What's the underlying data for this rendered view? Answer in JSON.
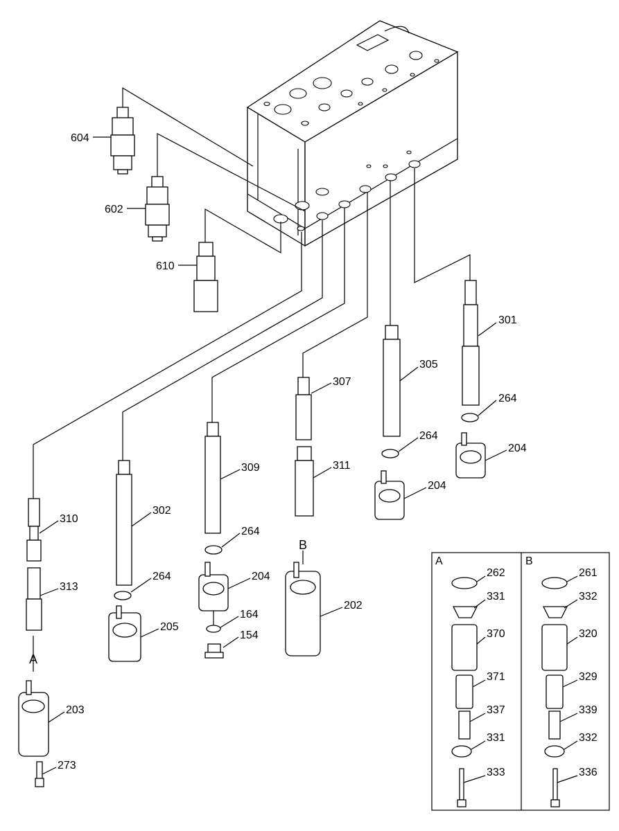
{
  "callouts": [
    {
      "id": "604",
      "text": "604"
    },
    {
      "id": "602",
      "text": "602"
    },
    {
      "id": "610",
      "text": "610"
    },
    {
      "id": "301",
      "text": "301"
    },
    {
      "id": "305",
      "text": "305"
    },
    {
      "id": "264a",
      "text": "264"
    },
    {
      "id": "264b",
      "text": "264"
    },
    {
      "id": "204a",
      "text": "204"
    },
    {
      "id": "204b",
      "text": "204"
    },
    {
      "id": "307",
      "text": "307"
    },
    {
      "id": "311",
      "text": "311"
    },
    {
      "id": "309",
      "text": "309"
    },
    {
      "id": "264c",
      "text": "264"
    },
    {
      "id": "204c",
      "text": "204"
    },
    {
      "id": "164",
      "text": "164"
    },
    {
      "id": "154",
      "text": "154"
    },
    {
      "id": "302",
      "text": "302"
    },
    {
      "id": "264d",
      "text": "264"
    },
    {
      "id": "205",
      "text": "205"
    },
    {
      "id": "310",
      "text": "310"
    },
    {
      "id": "313",
      "text": "313"
    },
    {
      "id": "202",
      "text": "202"
    },
    {
      "id": "203",
      "text": "203"
    },
    {
      "id": "273",
      "text": "273"
    },
    {
      "id": "A",
      "text": "A"
    },
    {
      "id": "B",
      "text": "B"
    }
  ],
  "detail_box": {
    "a_header": "A",
    "b_header": "B",
    "a_items": [
      "262",
      "331",
      "370",
      "371",
      "337",
      "331",
      "333"
    ],
    "b_items": [
      "261",
      "332",
      "320",
      "329",
      "339",
      "332",
      "336"
    ]
  }
}
